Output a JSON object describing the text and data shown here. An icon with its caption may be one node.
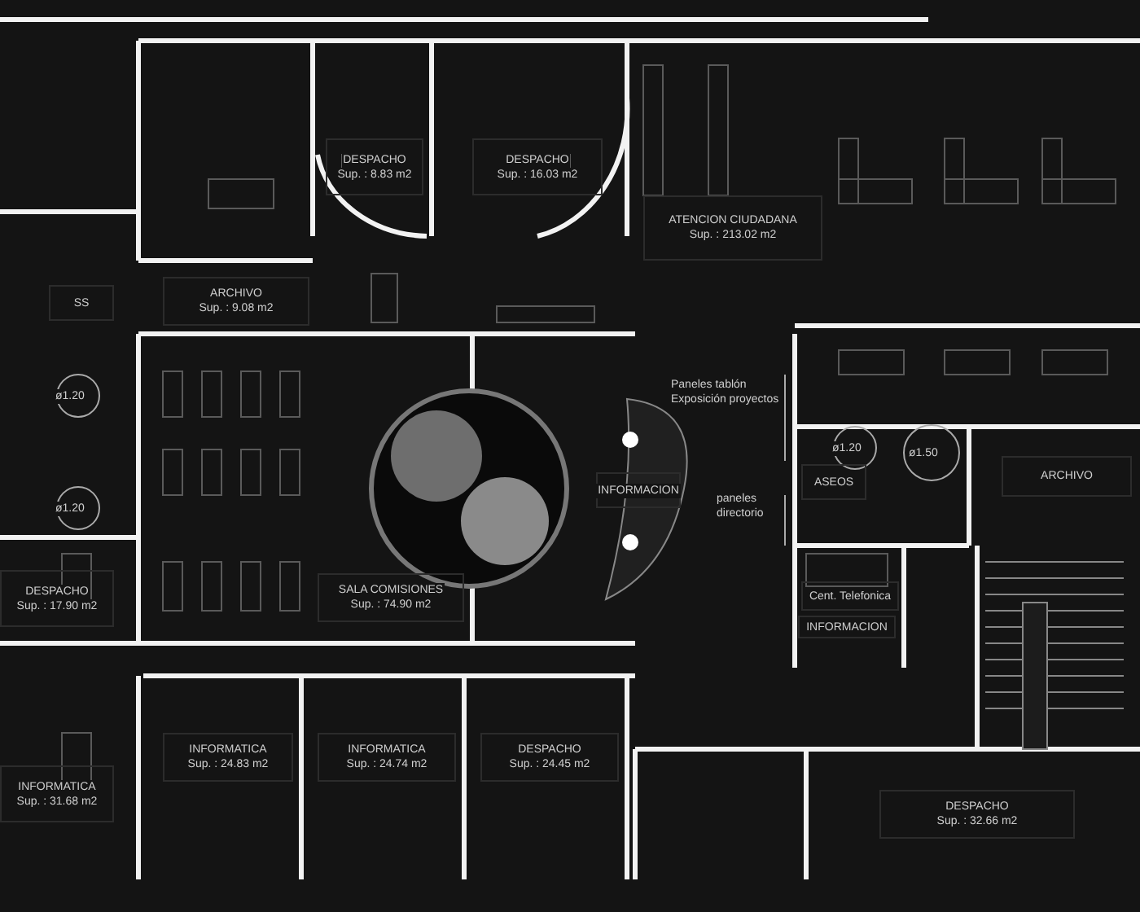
{
  "diagram": {
    "nodes": [
      {
        "text": [
          "DESPACHO",
          "Sup. : 8.83 m2"
        ]
      },
      {
        "text": [
          "DESPACHO",
          "Sup. : 16.03 m2"
        ]
      },
      {
        "text": [
          "ATENCION CIUDADANA",
          "Sup. : 213.02 m2"
        ]
      },
      {
        "text": [
          "ARCHIVO",
          "Sup. : 9.08 m2"
        ]
      },
      {
        "text": [
          "SS"
        ]
      },
      {
        "text": [
          "SALA COMISIONES",
          "Sup. : 74.90 m2"
        ]
      },
      {
        "text": [
          "INFORMACION"
        ]
      },
      {
        "text": [
          "ASEOS"
        ]
      },
      {
        "text": [
          "ARCHIVO"
        ]
      },
      {
        "text": [
          "Cent. Telefonica"
        ]
      },
      {
        "text": [
          "INFORMACION"
        ]
      },
      {
        "text": [
          "DESPACHO",
          "Sup. : 17.90 m2"
        ]
      },
      {
        "text": [
          "INFORMATICA",
          "Sup. : 31.68 m2"
        ]
      },
      {
        "text": [
          "INFORMATICA",
          "Sup. : 24.83 m2"
        ]
      },
      {
        "text": [
          "INFORMATICA",
          "Sup. : 24.74 m2"
        ]
      },
      {
        "text": [
          "DESPACHO",
          "Sup. : 24.45 m2"
        ]
      },
      {
        "text": [
          "DESPACHO",
          "Sup. : 32.66 m2"
        ]
      }
    ],
    "labels": [
      "ø1.20",
      "ø1.20",
      "ø1.20",
      "ø1.50",
      "Paneles tablón Exposición proyectos",
      "paneles directorio"
    ]
  }
}
